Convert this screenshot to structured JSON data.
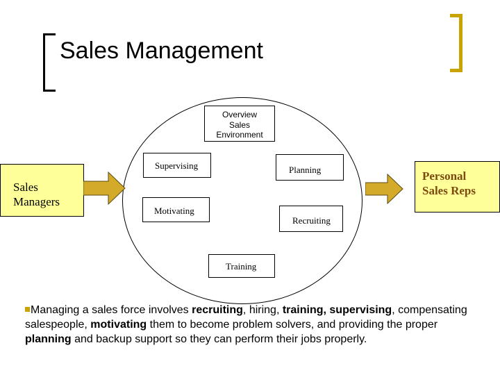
{
  "title": "Sales Management",
  "diagram": {
    "center_top": [
      "Overview",
      "Sales",
      "Environment"
    ],
    "supervising": "Supervising",
    "planning": "Planning",
    "motivating": "Motivating",
    "recruiting": "Recruiting",
    "training": "Training",
    "left_box": [
      "Sales",
      "Managers"
    ],
    "right_box": [
      "Personal",
      "Sales Reps"
    ]
  },
  "colors": {
    "accent": "#c9a400",
    "box_fill": "#ffff99",
    "arrow": "#d4aa2a"
  },
  "body": {
    "p1": "Managing a sales force involves ",
    "b1": "recruiting",
    "p2": ", hiring, ",
    "b2": "training, supervising",
    "p3": ", compensating salespeople, ",
    "b3": "motivating",
    "p4": " them to become problem solvers, and providing the proper ",
    "b4": "planning",
    "p5": " and backup support so they can perform their jobs properly."
  }
}
